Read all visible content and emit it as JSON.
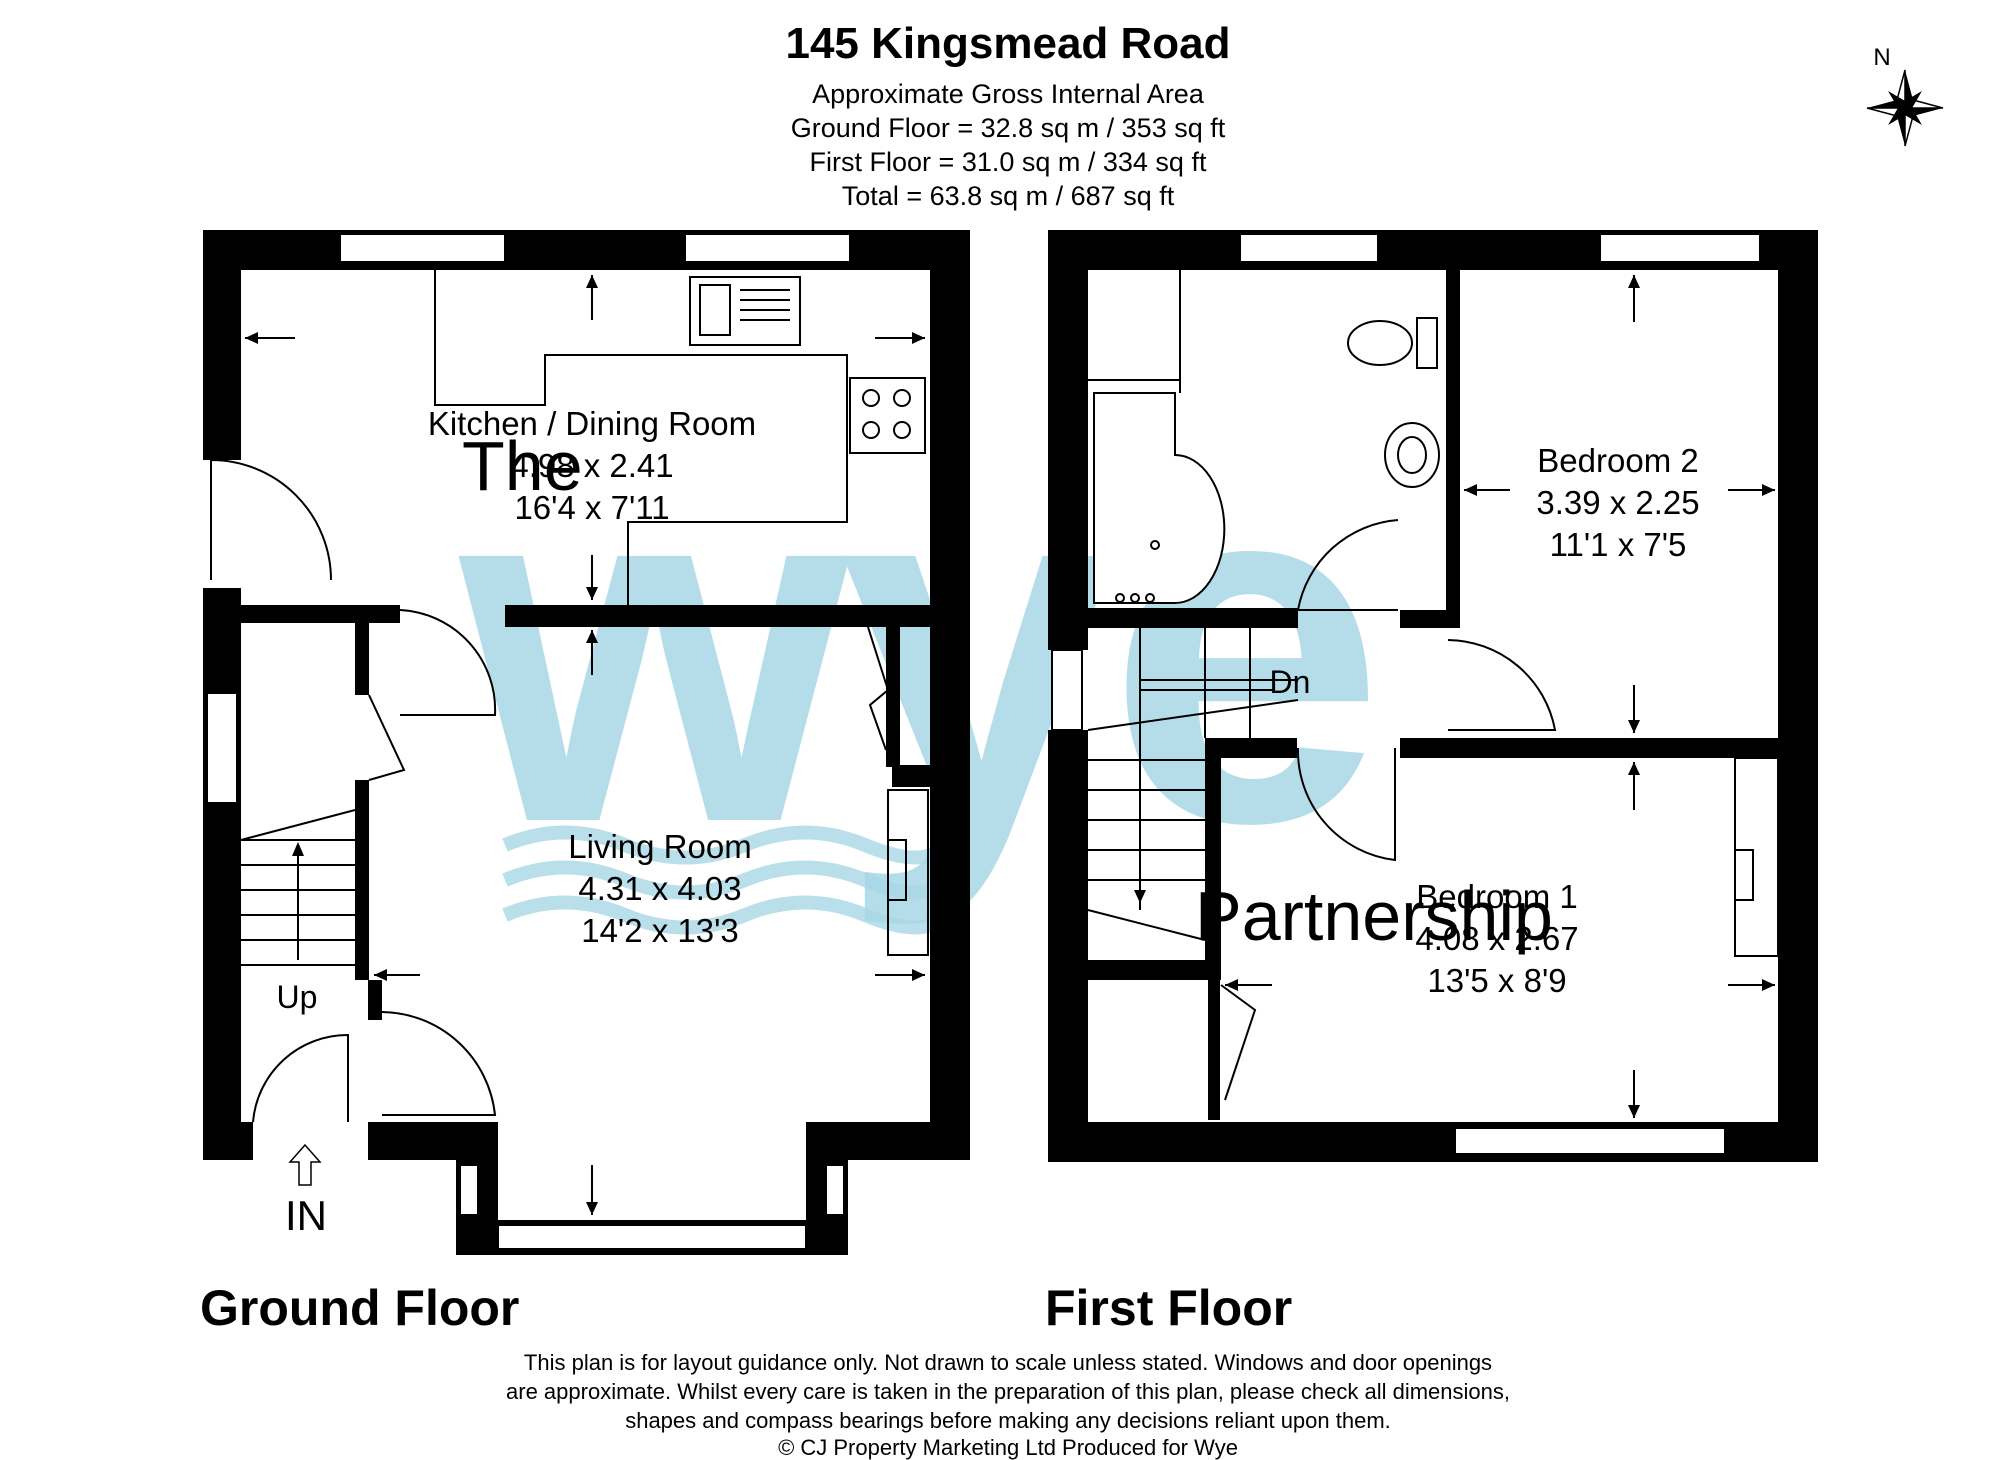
{
  "header": {
    "address": "145 Kingsmead Road",
    "subtitle": "Approximate Gross Internal Area",
    "ground_area": "Ground Floor = 32.8 sq m / 353 sq ft",
    "first_area": "First Floor = 31.0 sq m / 334 sq ft",
    "total_area": "Total = 63.8 sq m / 687 sq ft"
  },
  "compass": {
    "label": "N"
  },
  "watermark": {
    "line1": "The",
    "logo": "wye",
    "line2": "Partnership",
    "color": "#a8d8e6"
  },
  "ground_floor": {
    "title": "Ground Floor",
    "rooms": [
      {
        "name": "Kitchen / Dining Room",
        "metric": "4.98 x 2.41",
        "imperial": "16'4 x 7'11"
      },
      {
        "name": "Living Room",
        "metric": "4.31 x 4.03",
        "imperial": "14'2 x 13'3"
      }
    ],
    "stairs_label": "Up",
    "entrance_label": "IN"
  },
  "first_floor": {
    "title": "First Floor",
    "rooms": [
      {
        "name": "Bedroom 2",
        "metric": "3.39 x 2.25",
        "imperial": "11'1 x 7'5"
      },
      {
        "name": "Bedroom 1",
        "metric": "4.08 x 2.67",
        "imperial": "13'5 x 8'9"
      }
    ],
    "stairs_label": "Dn"
  },
  "disclaimer": {
    "line1": "This plan is for layout guidance only. Not drawn to scale unless stated. Windows and door openings",
    "line2": "are approximate. Whilst every care is taken in the preparation of this plan, please check all dimensions,",
    "line3": "shapes and compass bearings before making any decisions reliant upon them.",
    "line4": "© CJ Property Marketing Ltd Produced for Wye"
  }
}
